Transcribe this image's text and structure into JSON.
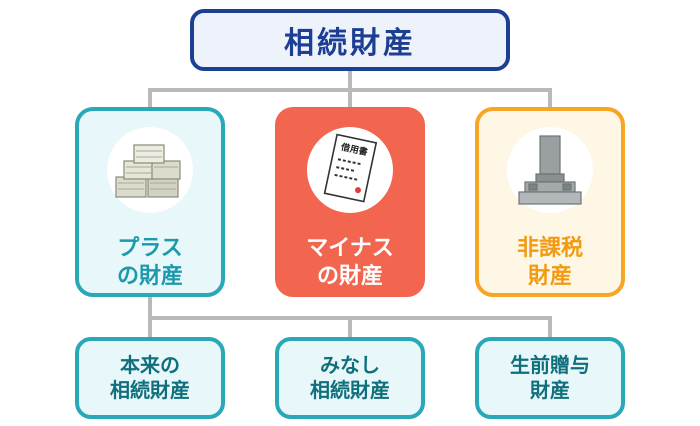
{
  "root": {
    "title": "相続財産"
  },
  "categories": [
    {
      "lines": [
        "プラス",
        "の財産"
      ],
      "icon": "money-stack-icon"
    },
    {
      "lines": [
        "マイナス",
        "の財産"
      ],
      "icon": "loan-document-icon",
      "document_text": "借用書"
    },
    {
      "lines": [
        "非課税",
        "財産"
      ],
      "icon": "gravestone-icon"
    }
  ],
  "sub_items": [
    {
      "lines": [
        "本来の",
        "相続財産"
      ]
    },
    {
      "lines": [
        "みなし",
        "相続財産"
      ]
    },
    {
      "lines": [
        "生前贈与",
        "財産"
      ]
    }
  ],
  "colors": {
    "navy": "#1d3f93",
    "teal": "#29a8b8",
    "coral": "#f2664f",
    "orange": "#f6a623",
    "connector": "#b9b9b9"
  }
}
